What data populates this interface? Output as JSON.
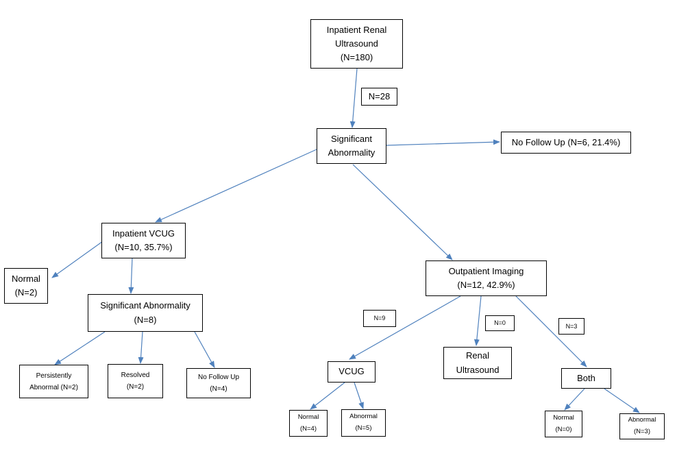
{
  "nodes": {
    "renal_us": "Inpatient Renal\nUltrasound\n(N=180)",
    "n28": "N=28",
    "sig_abn": "Significant\nAbnormality",
    "no_follow_up_main": "No Follow Up (N=6, 21.4%)",
    "inpatient_vcug": "Inpatient VCUG\n(N=10, 35.7%)",
    "normal_left": "Normal\n(N=2)",
    "sig_abn_8": "Significant Abnormality\n(N=8)",
    "persistently_abnormal": "Persistently\nAbnormal (N=2)",
    "resolved": "Resolved\n(N=2)",
    "no_follow_up_4": "No Follow Up\n(N=4)",
    "outpatient_imaging": "Outpatient Imaging\n(N=12, 42.9%)",
    "n9": "N=9",
    "n0": "N=0",
    "n3": "N=3",
    "vcug": "VCUG",
    "renal_ultrasound_out": "Renal\nUltrasound",
    "both": "Both",
    "vcug_normal": "Normal\n(N=4)",
    "vcug_abnormal": "Abnormal\n(N=5)",
    "both_normal": "Normal\n(N=0)",
    "both_abnormal": "Abnormal\n(N=3)"
  },
  "colors": {
    "arrow": "#4f81bd",
    "border": "#000000"
  }
}
